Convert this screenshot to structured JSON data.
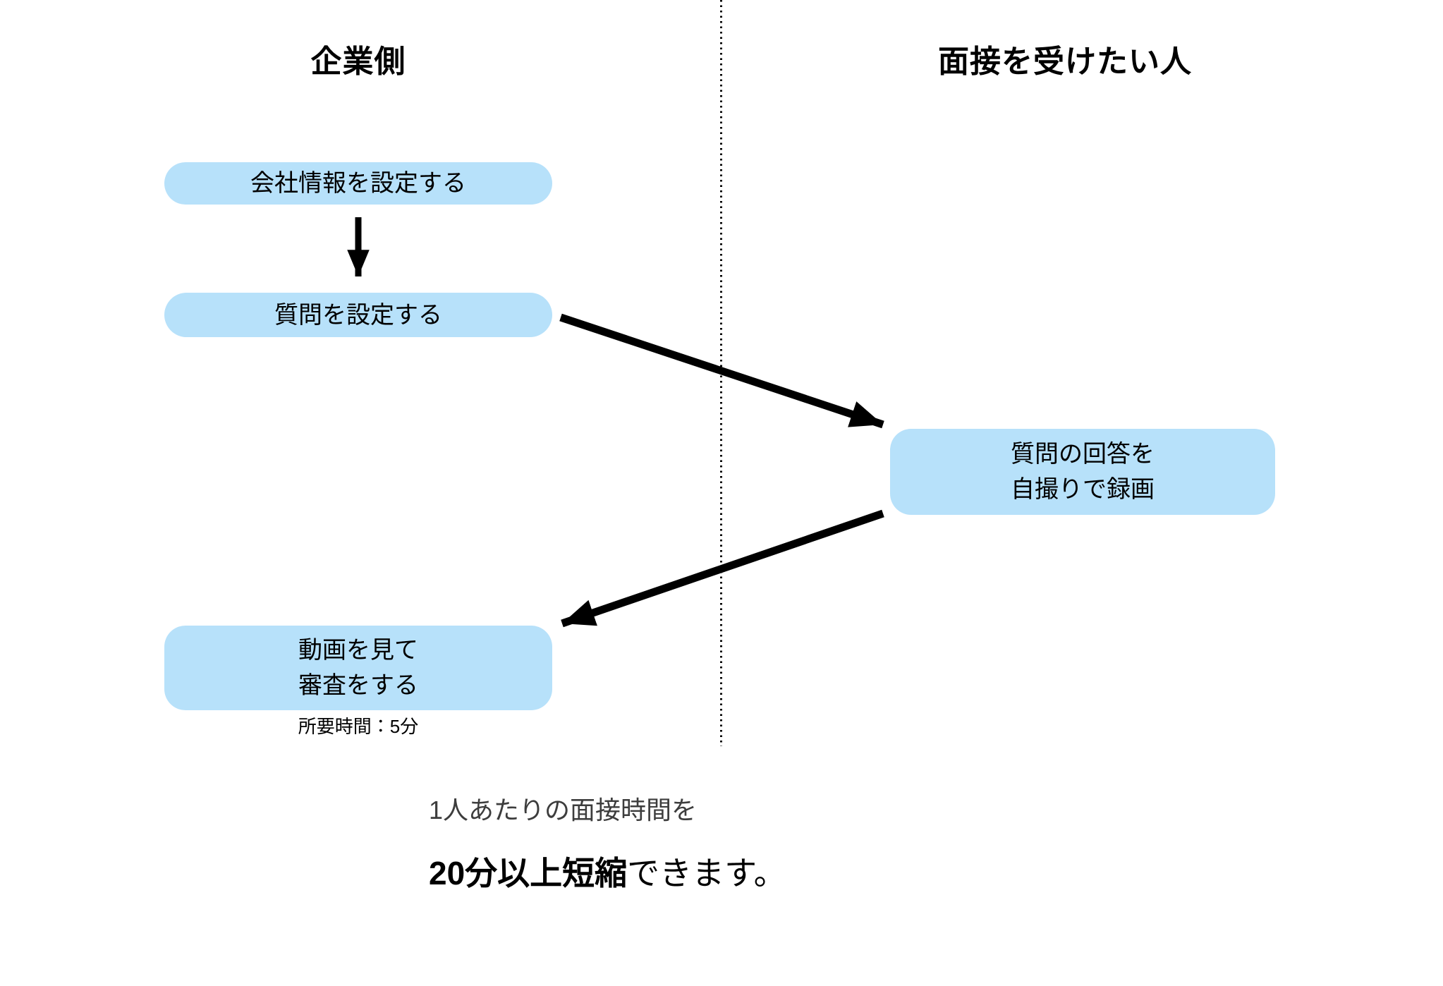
{
  "diagram": {
    "columns": {
      "left": {
        "title": "企業側"
      },
      "right": {
        "title": "面接を受けたい人"
      }
    },
    "nodes": {
      "set_company_info": {
        "label": "会社情報を設定する"
      },
      "set_questions": {
        "label": "質問を設定する"
      },
      "record_selfie": {
        "line1": "質問の回答を",
        "line2": "自撮りで録画"
      },
      "review_video": {
        "line1": "動画を見て",
        "line2": "審査をする",
        "caption": "所要時間：5分"
      }
    },
    "edges": [
      {
        "from": "set_company_info",
        "to": "set_questions"
      },
      {
        "from": "set_questions",
        "to": "record_selfie"
      },
      {
        "from": "record_selfie",
        "to": "review_video"
      }
    ],
    "footer": {
      "line1": "1人あたりの面接時間を",
      "line2_emphasis": "20分以上短縮",
      "line2_rest": "できます。"
    },
    "colors": {
      "node_fill": "#b7e1fa",
      "arrow": "#000000",
      "divider": "#000000",
      "footer_line1_text": "#3d3d3d",
      "text": "#000000",
      "background": "#ffffff"
    }
  }
}
